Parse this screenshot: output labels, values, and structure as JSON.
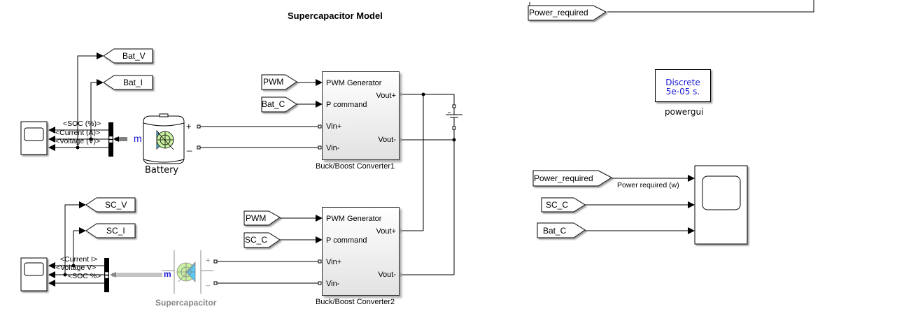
{
  "title": "Supercapacitor Model",
  "goto_tags": {
    "bat_v": "Bat_V",
    "bat_i": "Bat_I",
    "sc_v": "SC_V",
    "sc_i": "SC_I",
    "power_required_top": "Power_required"
  },
  "from_tags": {
    "pwm1": "PWM",
    "bat_c1": "Bat_C",
    "pwm2": "PWM",
    "sc_c1": "SC_C",
    "power_required": "Power_required",
    "sc_c2": "SC_C",
    "bat_c2": "Bat_C"
  },
  "battery": {
    "label": "Battery",
    "plus": "+",
    "minus": "_",
    "meas_port": "m",
    "signals": [
      "<SOC (%)>",
      "<Current (A)>",
      "<Voltage (V)>"
    ]
  },
  "supercapacitor": {
    "label": "Supercapacitor",
    "plus": "+",
    "minus": "_",
    "meas_port": "m",
    "signals": [
      "<Current I>",
      "<Voltage V>",
      "<SOC %>"
    ]
  },
  "converter1": {
    "label": "Buck/Boost Converter1",
    "ports_in": [
      "PWM Generator",
      "P command",
      "Vin+",
      "Vin-"
    ],
    "ports_out": [
      "Vout+",
      "Vout-"
    ]
  },
  "converter2": {
    "label": "Buck/Boost Converter2",
    "ports_in": [
      "PWM Generator",
      "P command",
      "Vin+",
      "Vin-"
    ],
    "ports_out": [
      "Vout+",
      "Vout-"
    ]
  },
  "powergui": {
    "line1": "Discrete",
    "line2": "5e-05 s.",
    "label": "powergui"
  },
  "scope_right": {
    "signal_label": "Power required (w)"
  },
  "colors": {
    "powergui_text": "#1a1ad6",
    "meas_port": "#1a1ad6",
    "supercap_label": "#888888",
    "battery_icon_blue": "#5ac8f0",
    "battery_icon_green": "#c8f0a0"
  }
}
